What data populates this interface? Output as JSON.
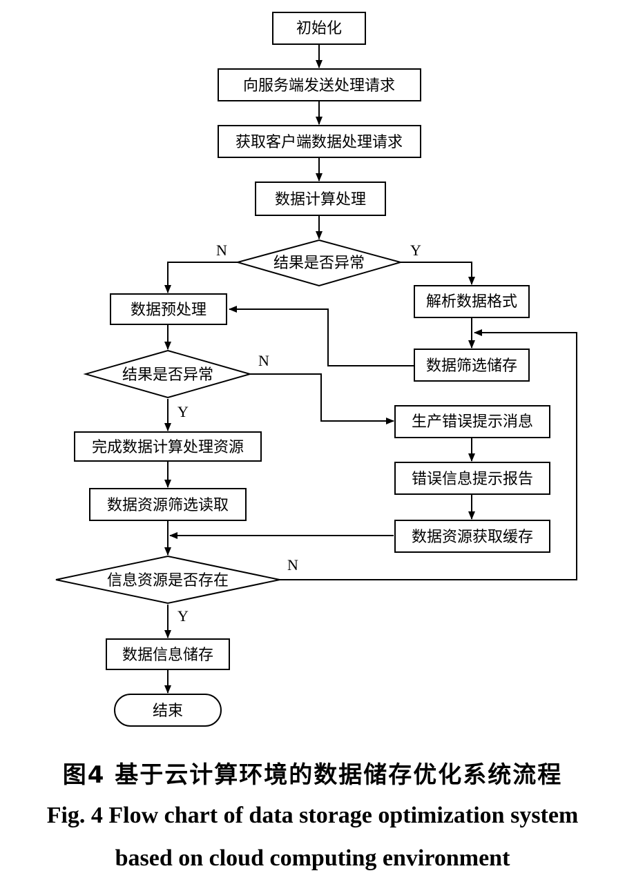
{
  "nodes": {
    "init": "初始化",
    "send_request": "向服务端发送处理请求",
    "get_request": "获取客户端数据处理请求",
    "compute": "数据计算处理",
    "check1": "结果是否异常",
    "preprocess": "数据预处理",
    "parse_format": "解析数据格式",
    "filter_store": "数据筛选储存",
    "check2": "结果是否异常",
    "gen_error": "生产错误提示消息",
    "error_report": "错误信息提示报告",
    "complete": "完成数据计算处理资源",
    "filter_read": "数据资源筛选读取",
    "fetch_cache": "数据资源获取缓存",
    "check3": "信息资源是否存在",
    "store_info": "数据信息储存",
    "end": "结束"
  },
  "branch_labels": {
    "check1_no": "N",
    "check1_yes": "Y",
    "check2_no": "N",
    "check2_yes": "Y",
    "check3_no": "N",
    "check3_yes": "Y"
  },
  "caption": {
    "zh": "图4  基于云计算环境的数据储存优化系统流程",
    "en_line1": "Fig. 4  Flow chart of data storage optimization system",
    "en_line2": "based on cloud computing environment"
  }
}
